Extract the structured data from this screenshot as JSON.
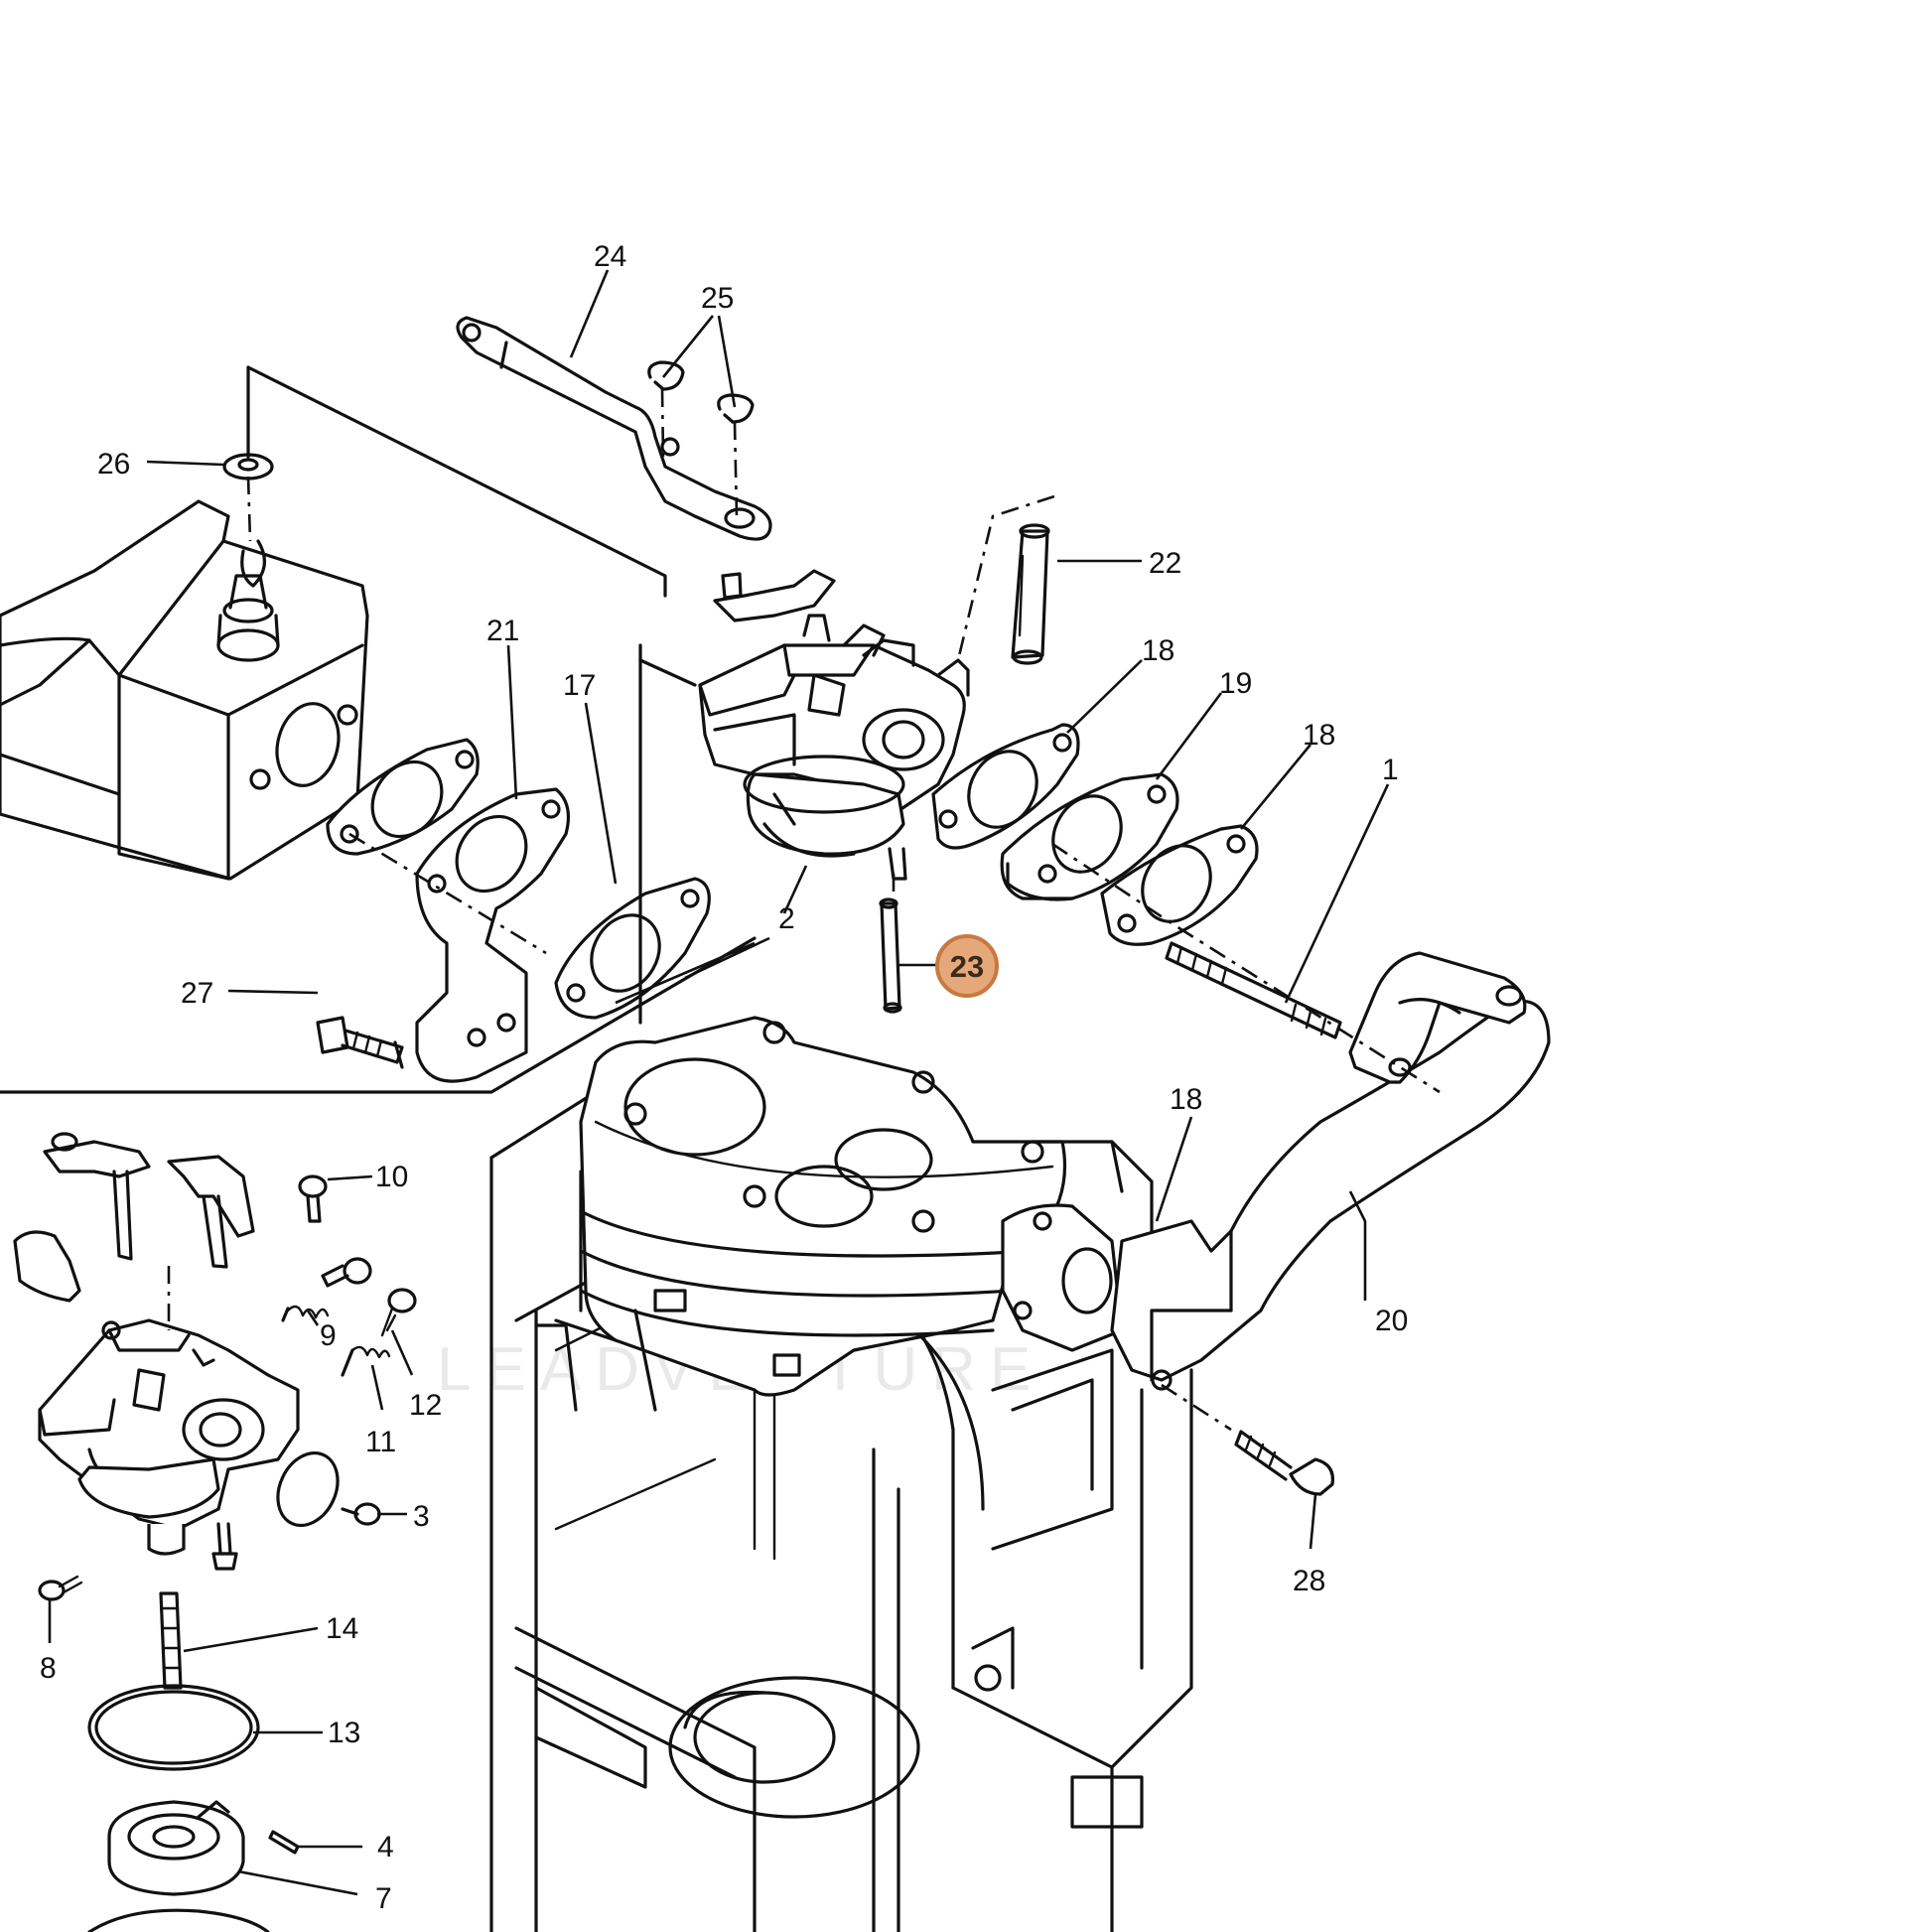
{
  "diagram": {
    "watermark": "LEADVENTURE",
    "highlight": {
      "part_number": "23",
      "fill": "#e5a87a",
      "border": "#c9793f"
    },
    "line_color": "#111111",
    "callouts": [
      {
        "label": "24"
      },
      {
        "label": "25"
      },
      {
        "label": "26"
      },
      {
        "label": "22"
      },
      {
        "label": "21"
      },
      {
        "label": "17"
      },
      {
        "label": "18"
      },
      {
        "label": "19"
      },
      {
        "label": "18"
      },
      {
        "label": "1"
      },
      {
        "label": "2"
      },
      {
        "label": "27"
      },
      {
        "label": "10"
      },
      {
        "label": "18"
      },
      {
        "label": "20"
      },
      {
        "label": "9"
      },
      {
        "label": "12"
      },
      {
        "label": "11"
      },
      {
        "label": "3"
      },
      {
        "label": "28"
      },
      {
        "label": "14"
      },
      {
        "label": "8"
      },
      {
        "label": "13"
      },
      {
        "label": "4"
      },
      {
        "label": "7"
      }
    ]
  }
}
